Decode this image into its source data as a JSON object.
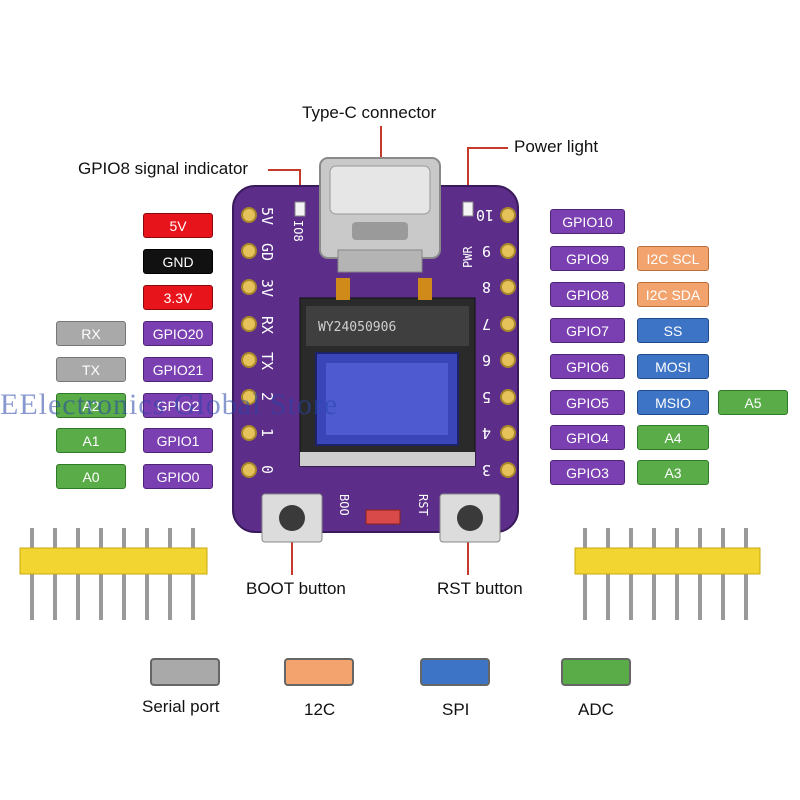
{
  "callouts": {
    "type_c": "Type-C connector",
    "power_light": "Power light",
    "gpio8_indicator": "GPIO8 signal indicator",
    "boot_button": "BOOT button",
    "rst_button": "RST button"
  },
  "left_power": [
    "5V",
    "GND",
    "3.3V"
  ],
  "left_serial": [
    "RX",
    "TX"
  ],
  "left_adc": [
    "A2",
    "A1",
    "A0"
  ],
  "left_gpio": [
    "GPIO20",
    "GPIO21",
    "GPIO2",
    "GPIO1",
    "GPIO0"
  ],
  "right_gpio": [
    "GPIO10",
    "GPIO9",
    "GPIO8",
    "GPIO7",
    "GPIO6",
    "GPIO5",
    "GPIO4",
    "GPIO3"
  ],
  "right_i2c": [
    "I2C SCL",
    "I2C SDA"
  ],
  "right_spi": [
    "SS",
    "MOSI",
    "MSIO"
  ],
  "right_adc": [
    "A4",
    "A3"
  ],
  "right_adc_extra": "A5",
  "board_silk": {
    "left": [
      "5V",
      "GD",
      "3V",
      "RX",
      "TX",
      "2",
      "1",
      "0"
    ],
    "right": [
      "10",
      "9",
      "8",
      "7",
      "6",
      "5",
      "4",
      "3"
    ],
    "io8": "IO8",
    "pwr": "PWR",
    "boot": "BOO",
    "rst": "RST",
    "oled_code": "WY24050906"
  },
  "legend": [
    {
      "label": "Serial port",
      "color": "#a9a9a9"
    },
    {
      "label": "12C",
      "color": "#f2a36e"
    },
    {
      "label": "SPI",
      "color": "#3d74c5"
    },
    {
      "label": "ADC",
      "color": "#5aac48"
    }
  ],
  "watermark": "EElectronics Global Store"
}
